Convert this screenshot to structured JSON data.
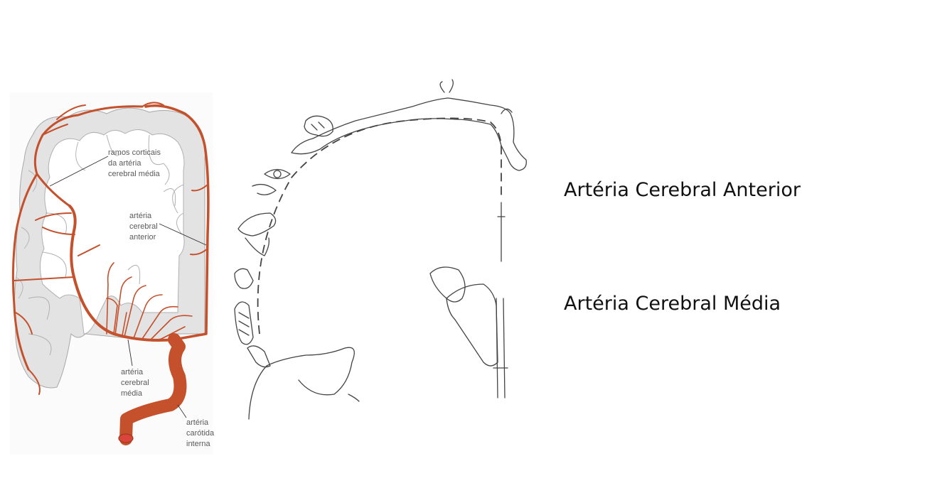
{
  "slide": {
    "label_anterior": "Artéria Cerebral Anterior",
    "label_media": "Artéria Cerebral Média"
  },
  "coronal_section": {
    "annotations": {
      "cortical_branches": [
        "ramos corticais",
        "da artéria",
        "cerebral média"
      ],
      "anterior_artery": [
        "artéria",
        "cerebral",
        "anterior"
      ],
      "middle_artery": [
        "artéria",
        "cerebral",
        "média"
      ],
      "internal_carotid": [
        "artéria",
        "carótida",
        "interna"
      ]
    }
  },
  "colors": {
    "artery": "#c4502c",
    "artery_dark": "#9a3a1e",
    "gray_matter": "#e3e3e3",
    "outline": "#9a9a9a",
    "sagittal_line": "#444444"
  }
}
